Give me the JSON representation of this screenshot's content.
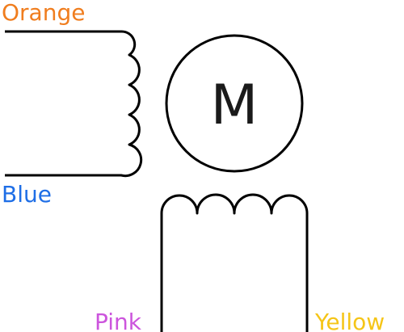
{
  "motor": {
    "letter": "M"
  },
  "wires": {
    "orange": {
      "label": "Orange",
      "color": "#f07d1e"
    },
    "blue": {
      "label": "Blue",
      "color": "#1e6ee6"
    },
    "pink": {
      "label": "Pink",
      "color": "#cc55dd"
    },
    "yellow": {
      "label": "Yellow",
      "color": "#f5c518"
    }
  }
}
